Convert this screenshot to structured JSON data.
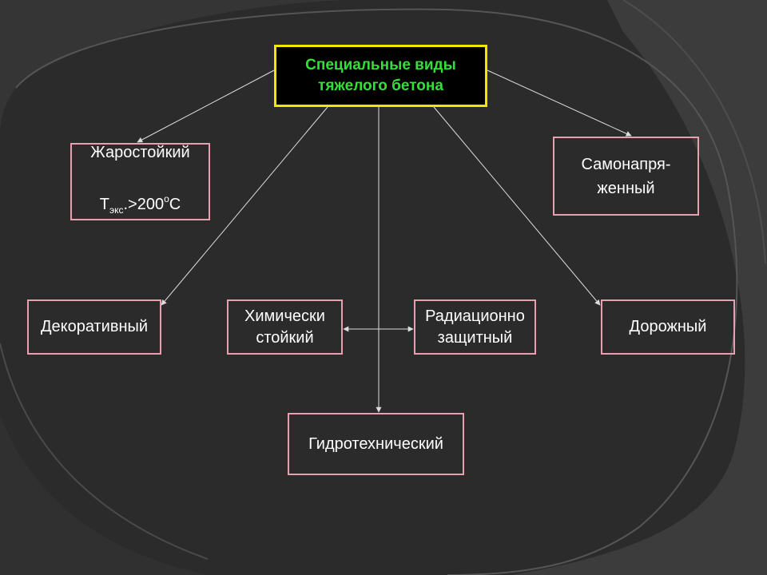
{
  "diagram": {
    "root": {
      "line1": "Специальные виды",
      "line2": "тяжелого бетона",
      "text_color": "#33e03a",
      "border_color": "#f2e500"
    },
    "heat_resistant": {
      "line1": "Жаростойкий",
      "t": "T",
      "sub": "экс",
      "mid": ".>200",
      "sup": "о",
      "tail": "С"
    },
    "self_stressed": {
      "label": "Самонапря-\nженный"
    },
    "decorative": {
      "label": "Декоративный"
    },
    "chemical": {
      "label": "Химически\nстойкий"
    },
    "radiation": {
      "label": "Радиационно\nзащитный"
    },
    "road": {
      "label": "Дорожный"
    },
    "hydro": {
      "label": "Гидротехнический"
    },
    "colors": {
      "background": "#2b2b2b",
      "node_border": "#e8a0b0",
      "node_text": "#ffffff",
      "connector": "#dddddd"
    }
  }
}
